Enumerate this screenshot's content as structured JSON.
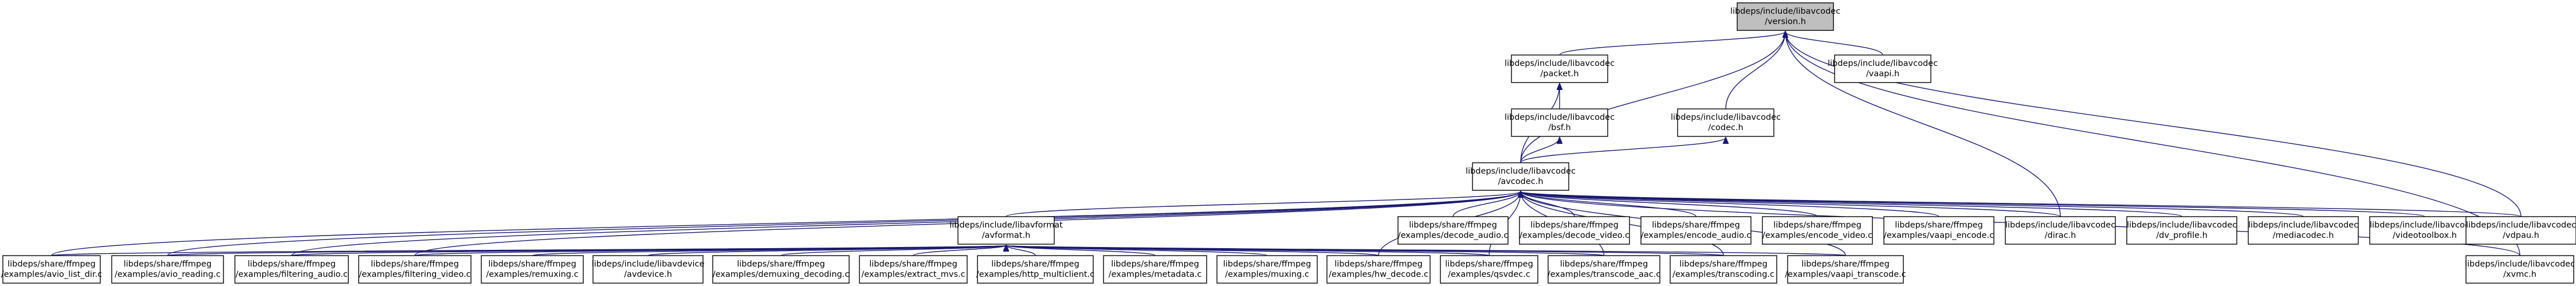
{
  "colors": {
    "edge": "#191970",
    "node_fill": "#ffffff",
    "highlight_fill": "#bfbfbf",
    "border": "#000000"
  },
  "nodes": {
    "version_h": {
      "lines": [
        "libdeps/include/libavcodec",
        "/version.h"
      ],
      "highlight": true
    },
    "packet_h": {
      "lines": [
        "libdeps/include/libavcodec",
        "/packet.h"
      ]
    },
    "vaapi_h": {
      "lines": [
        "libdeps/include/libavcodec",
        "/vaapi.h"
      ]
    },
    "bsf_h": {
      "lines": [
        "libdeps/include/libavcodec",
        "/bsf.h"
      ]
    },
    "codec_h": {
      "lines": [
        "libdeps/include/libavcodec",
        "/codec.h"
      ]
    },
    "avcodec_h": {
      "lines": [
        "libdeps/include/libavcodec",
        "/avcodec.h"
      ]
    },
    "avformat_h": {
      "lines": [
        "libdeps/include/libavformat",
        "/avformat.h"
      ]
    },
    "decode_audio": {
      "lines": [
        "libdeps/share/ffmpeg",
        "/examples/decode_audio.c"
      ]
    },
    "decode_video": {
      "lines": [
        "libdeps/share/ffmpeg",
        "/examples/decode_video.c"
      ]
    },
    "encode_audio": {
      "lines": [
        "libdeps/share/ffmpeg",
        "/examples/encode_audio.c"
      ]
    },
    "encode_video": {
      "lines": [
        "libdeps/share/ffmpeg",
        "/examples/encode_video.c"
      ]
    },
    "vaapi_encode": {
      "lines": [
        "libdeps/share/ffmpeg",
        "/examples/vaapi_encode.c"
      ]
    },
    "dirac_h": {
      "lines": [
        "libdeps/include/libavcodec",
        "/dirac.h"
      ]
    },
    "dv_profile_h": {
      "lines": [
        "libdeps/include/libavcodec",
        "/dv_profile.h"
      ]
    },
    "mediacodec_h": {
      "lines": [
        "libdeps/include/libavcodec",
        "/mediacodec.h"
      ]
    },
    "videotoolbox_h": {
      "lines": [
        "libdeps/include/libavcodec",
        "/videotoolbox.h"
      ]
    },
    "vdpau_h": {
      "lines": [
        "libdeps/include/libavcodec",
        "/vdpau.h"
      ]
    },
    "xvmc_h": {
      "lines": [
        "libdeps/include/libavcodec",
        "/xvmc.h"
      ]
    },
    "avio_list_dir": {
      "lines": [
        "libdeps/share/ffmpeg",
        "/examples/avio_list_dir.c"
      ]
    },
    "avio_reading": {
      "lines": [
        "libdeps/share/ffmpeg",
        "/examples/avio_reading.c"
      ]
    },
    "filtering_audio": {
      "lines": [
        "libdeps/share/ffmpeg",
        "/examples/filtering_audio.c"
      ]
    },
    "filtering_video": {
      "lines": [
        "libdeps/share/ffmpeg",
        "/examples/filtering_video.c"
      ]
    },
    "remuxing": {
      "lines": [
        "libdeps/share/ffmpeg",
        "/examples/remuxing.c"
      ]
    },
    "avdevice_h": {
      "lines": [
        "libdeps/include/libavdevice",
        "/avdevice.h"
      ]
    },
    "demuxing_decoding": {
      "lines": [
        "libdeps/share/ffmpeg",
        "/examples/demuxing_decoding.c"
      ]
    },
    "extract_mvs": {
      "lines": [
        "libdeps/share/ffmpeg",
        "/examples/extract_mvs.c"
      ]
    },
    "http_multiclient": {
      "lines": [
        "libdeps/share/ffmpeg",
        "/examples/http_multiclient.c"
      ]
    },
    "metadata": {
      "lines": [
        "libdeps/share/ffmpeg",
        "/examples/metadata.c"
      ]
    },
    "muxing": {
      "lines": [
        "libdeps/share/ffmpeg",
        "/examples/muxing.c"
      ]
    },
    "hw_decode": {
      "lines": [
        "libdeps/share/ffmpeg",
        "/examples/hw_decode.c"
      ]
    },
    "qsvdec": {
      "lines": [
        "libdeps/share/ffmpeg",
        "/examples/qsvdec.c"
      ]
    },
    "transcode_aac": {
      "lines": [
        "libdeps/share/ffmpeg",
        "/examples/transcode_aac.c"
      ]
    },
    "transcoding": {
      "lines": [
        "libdeps/share/ffmpeg",
        "/examples/transcoding.c"
      ]
    },
    "vaapi_transcode": {
      "lines": [
        "libdeps/share/ffmpeg",
        "/examples/vaapi_transcode.c"
      ]
    }
  },
  "edges": [
    [
      "packet_h",
      "version_h"
    ],
    [
      "vaapi_h",
      "version_h"
    ],
    [
      "codec_h",
      "version_h"
    ],
    [
      "avcodec_h",
      "version_h"
    ],
    [
      "dirac_h",
      "version_h"
    ],
    [
      "vdpau_h",
      "version_h"
    ],
    [
      "xvmc_h",
      "version_h"
    ],
    [
      "bsf_h",
      "packet_h"
    ],
    [
      "avcodec_h",
      "packet_h"
    ],
    [
      "avcodec_h",
      "bsf_h"
    ],
    [
      "avcodec_h",
      "codec_h"
    ],
    [
      "avformat_h",
      "avcodec_h"
    ],
    [
      "decode_audio",
      "avcodec_h"
    ],
    [
      "decode_video",
      "avcodec_h"
    ],
    [
      "encode_audio",
      "avcodec_h"
    ],
    [
      "encode_video",
      "avcodec_h"
    ],
    [
      "vaapi_encode",
      "avcodec_h"
    ],
    [
      "dirac_h",
      "avcodec_h"
    ],
    [
      "dv_profile_h",
      "avcodec_h"
    ],
    [
      "mediacodec_h",
      "avcodec_h"
    ],
    [
      "videotoolbox_h",
      "avcodec_h"
    ],
    [
      "vdpau_h",
      "avcodec_h"
    ],
    [
      "xvmc_h",
      "avcodec_h"
    ],
    [
      "avio_list_dir",
      "avcodec_h"
    ],
    [
      "avio_reading",
      "avcodec_h"
    ],
    [
      "filtering_audio",
      "avcodec_h"
    ],
    [
      "filtering_video",
      "avcodec_h"
    ],
    [
      "hw_decode",
      "avcodec_h"
    ],
    [
      "qsvdec",
      "avcodec_h"
    ],
    [
      "transcode_aac",
      "avcodec_h"
    ],
    [
      "transcoding",
      "avcodec_h"
    ],
    [
      "vaapi_transcode",
      "avcodec_h"
    ],
    [
      "avio_list_dir",
      "avformat_h"
    ],
    [
      "avio_reading",
      "avformat_h"
    ],
    [
      "filtering_audio",
      "avformat_h"
    ],
    [
      "filtering_video",
      "avformat_h"
    ],
    [
      "remuxing",
      "avformat_h"
    ],
    [
      "avdevice_h",
      "avformat_h"
    ],
    [
      "demuxing_decoding",
      "avformat_h"
    ],
    [
      "extract_mvs",
      "avformat_h"
    ],
    [
      "http_multiclient",
      "avformat_h"
    ],
    [
      "metadata",
      "avformat_h"
    ],
    [
      "muxing",
      "avformat_h"
    ],
    [
      "hw_decode",
      "avformat_h"
    ],
    [
      "qsvdec",
      "avformat_h"
    ],
    [
      "transcode_aac",
      "avformat_h"
    ],
    [
      "transcoding",
      "avformat_h"
    ],
    [
      "vaapi_transcode",
      "avformat_h"
    ]
  ]
}
